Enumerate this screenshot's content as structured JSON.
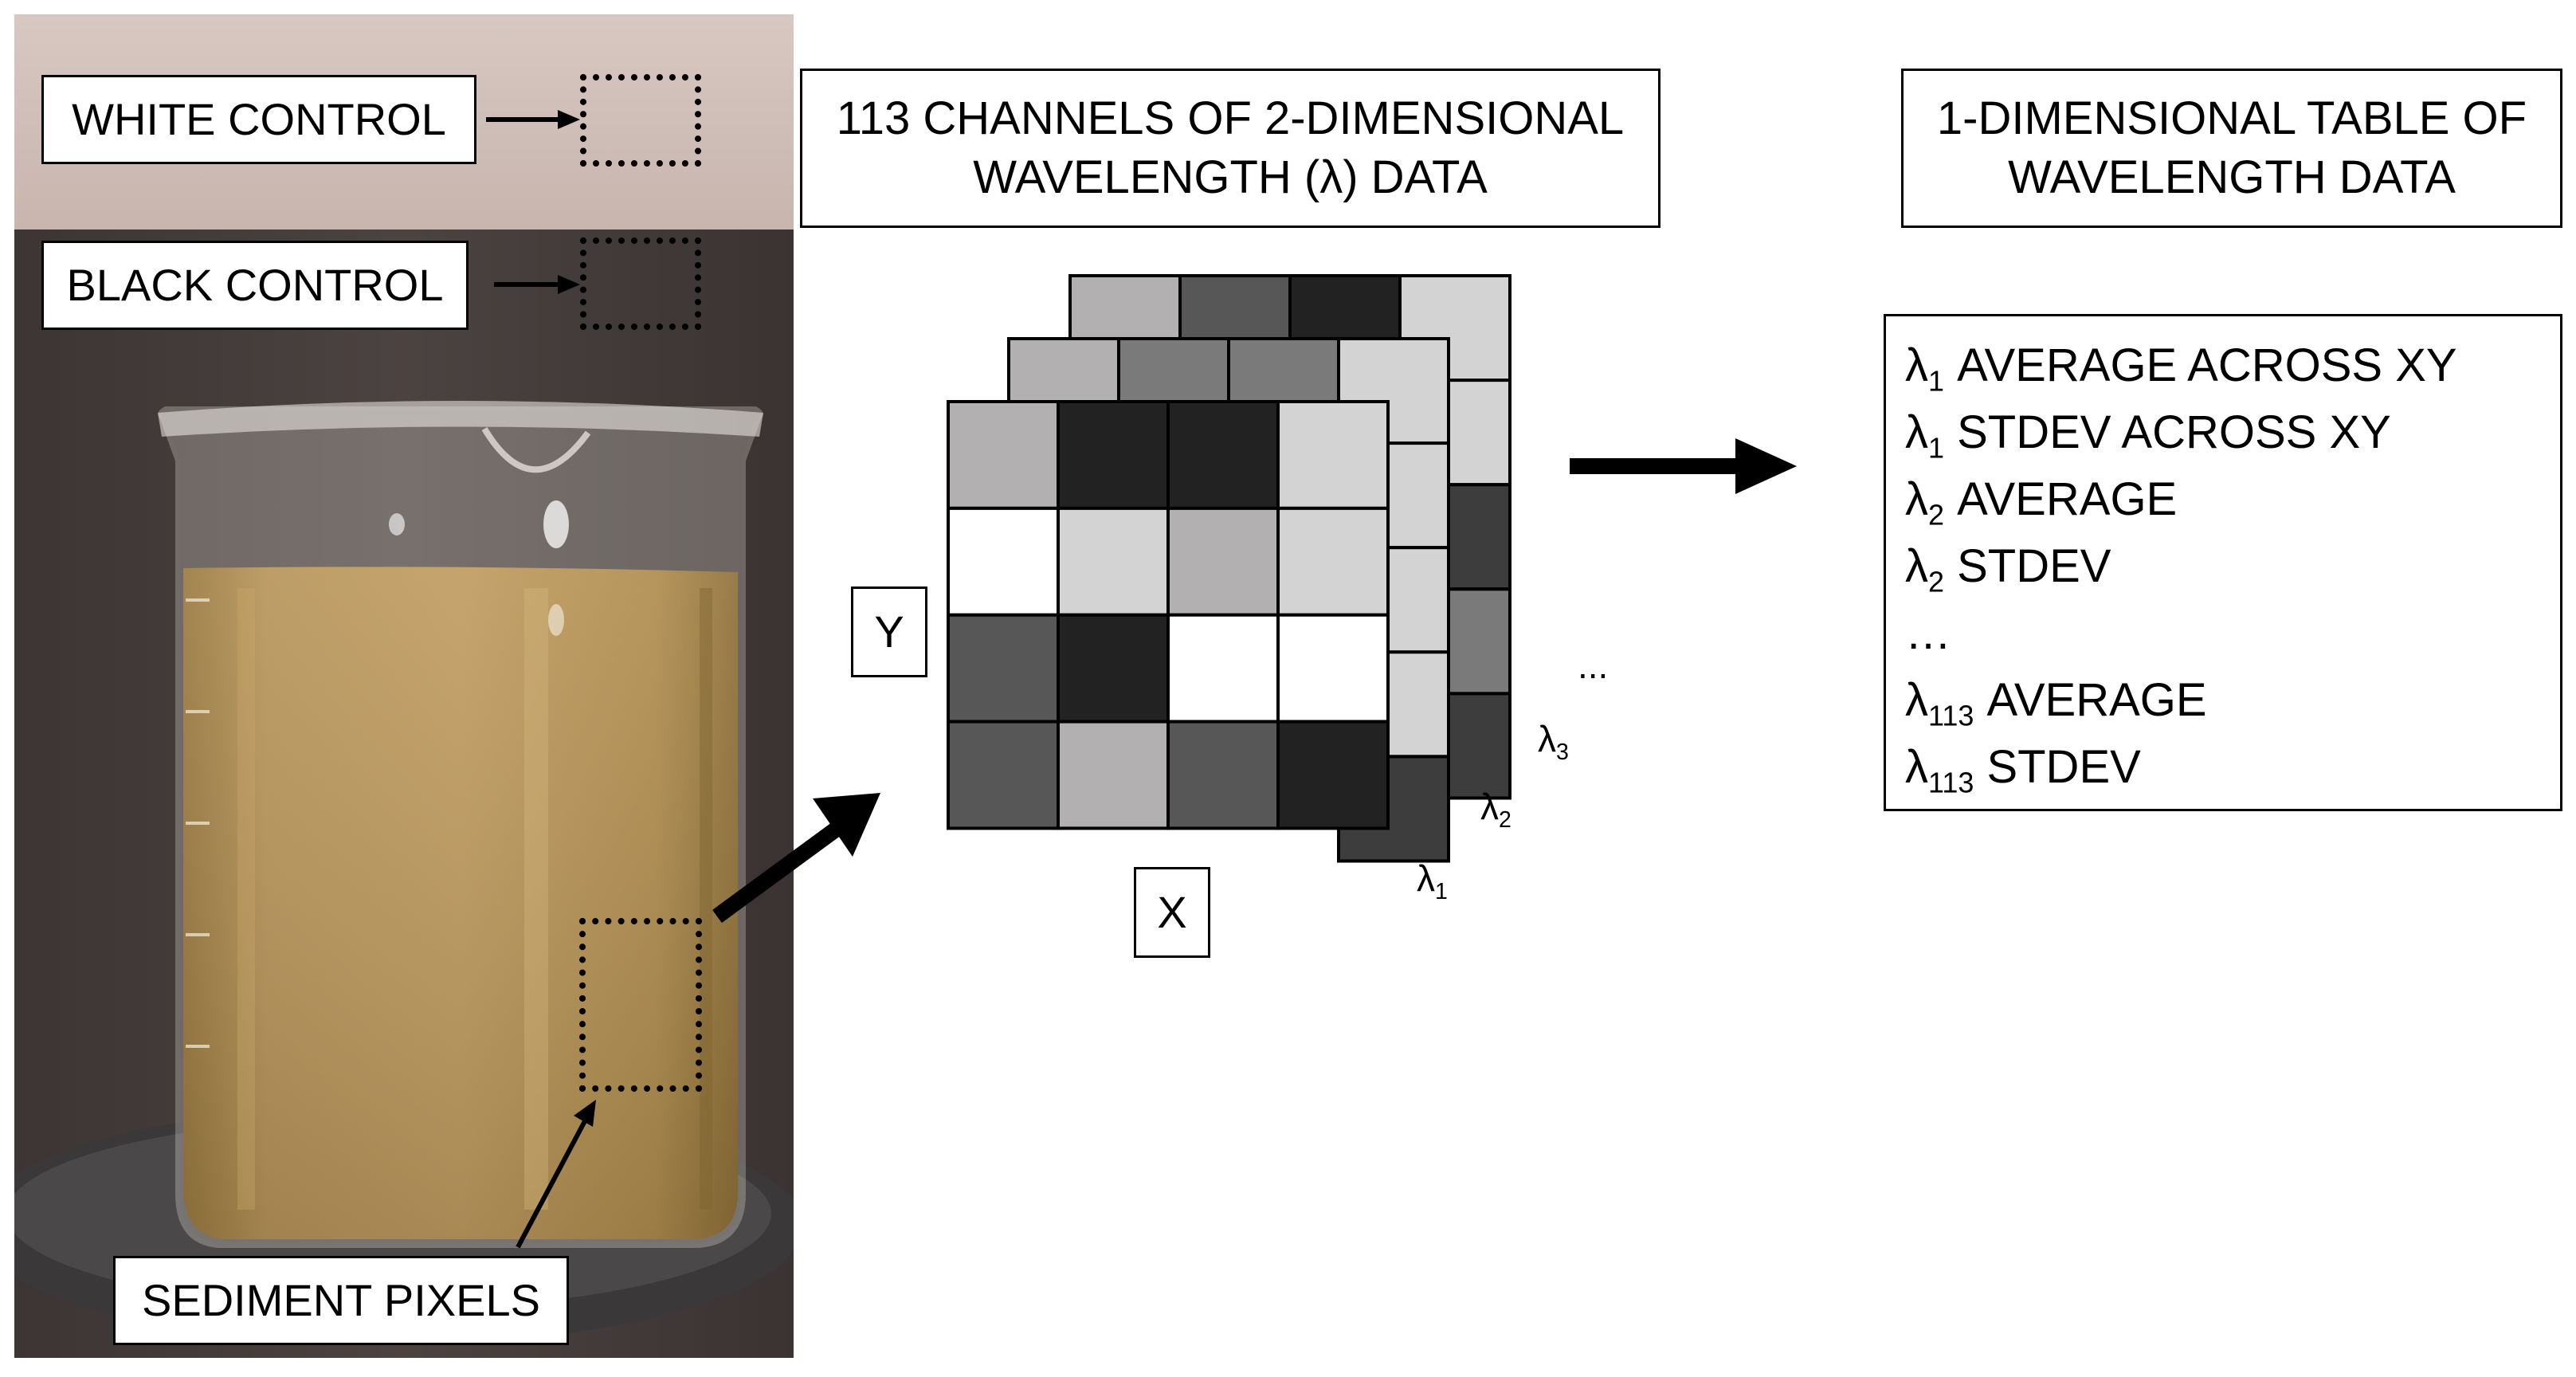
{
  "photo": {
    "white_control_label": "WHITE CONTROL",
    "black_control_label": "BLACK CONTROL",
    "sediment_label": "SEDIMENT PIXELS",
    "colors": {
      "wall": "#cdbcb6",
      "shadow": "#3a3535",
      "liquid": "#b08d4e",
      "glass": "#e8e2dc"
    }
  },
  "cube": {
    "title_line1": "113 CHANNELS OF 2-DIMENSIONAL",
    "title_line2": "WAVELENGTH (λ) DATA",
    "y_label": "Y",
    "x_label": "X",
    "channel_labels": [
      {
        "symbol": "λ",
        "sub": "1"
      },
      {
        "symbol": "λ",
        "sub": "2"
      },
      {
        "symbol": "λ",
        "sub": "3"
      }
    ],
    "more_label": "...",
    "front_grid_colors": [
      [
        "#b2b0b0",
        "#222222",
        "#222222",
        "#d4d3d4"
      ],
      [
        "#ffffff",
        "#d4d3d4",
        "#b2b0b0",
        "#d4d3d4"
      ],
      [
        "#575757",
        "#222222",
        "#ffffff",
        "#ffffff"
      ],
      [
        "#575757",
        "#b2b0b0",
        "#575757",
        "#222222"
      ]
    ],
    "middle_top_colors": [
      "#b2b0b0",
      "#7a7a7a",
      "#7a7a7a",
      "#d4d3d4"
    ],
    "middle_side_colors": [
      "#d4d3d4",
      "#d4d3d4",
      "#d4d3d4",
      "#3d3d3d"
    ],
    "back_top_colors": [
      "#b2b0b0",
      "#575757",
      "#222222",
      "#d4d3d4"
    ],
    "back_side_colors": [
      "#d4d3d4",
      "#3d3d3d",
      "#7a7a7a",
      "#3d3d3d"
    ]
  },
  "table": {
    "title_line1": "1-DIMENSIONAL TABLE OF",
    "title_line2": "WAVELENGTH DATA",
    "rows": [
      {
        "symbol": "λ",
        "sub": "1",
        "text": " AVERAGE ACROSS XY"
      },
      {
        "symbol": "λ",
        "sub": "1",
        "text": " STDEV ACROSS XY"
      },
      {
        "symbol": "λ",
        "sub": "2",
        "text": " AVERAGE"
      },
      {
        "symbol": "λ",
        "sub": "2",
        "text": " STDEV"
      },
      {
        "symbol": "",
        "sub": "",
        "text": "…"
      },
      {
        "symbol": "λ",
        "sub": "113",
        "text": " AVERAGE"
      },
      {
        "symbol": "λ",
        "sub": "113",
        "text": " STDEV"
      }
    ]
  }
}
